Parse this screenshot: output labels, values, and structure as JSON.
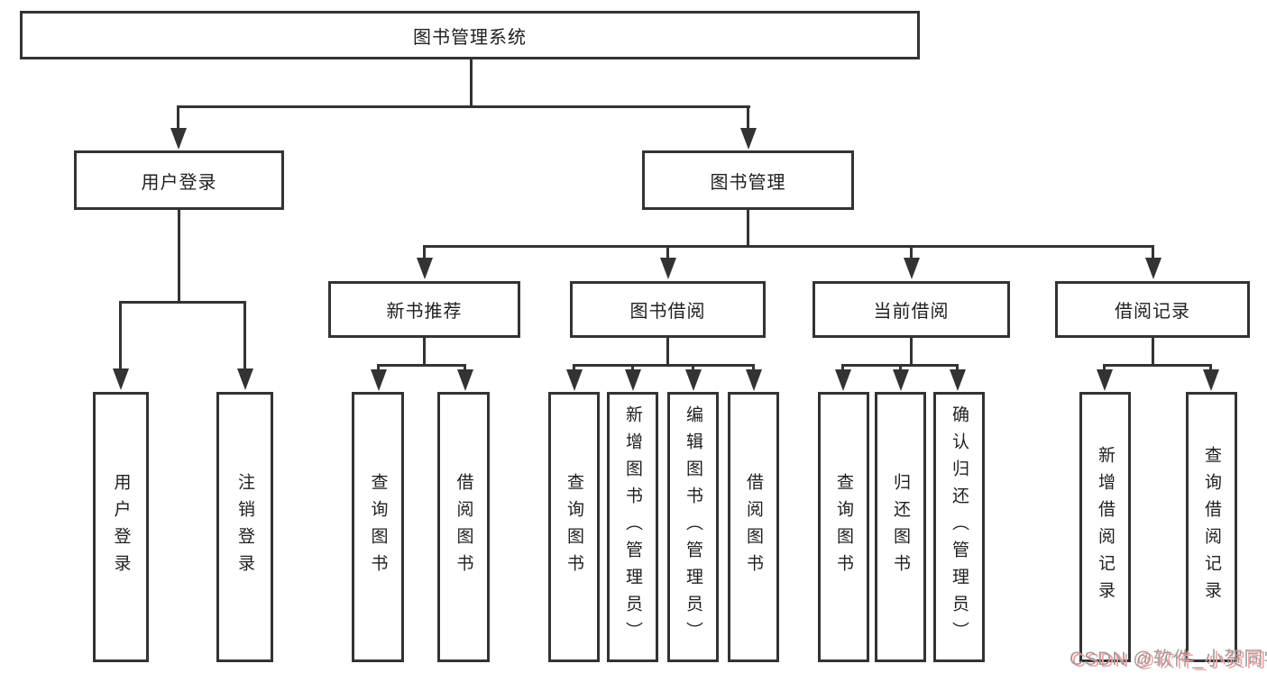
{
  "diagram": {
    "title": "图书管理系统",
    "level2": {
      "user_login": "用户登录",
      "book_management": "图书管理"
    },
    "user_login_children": [
      "用户登录",
      "注销登录"
    ],
    "book_management_children": [
      "新书推荐",
      "图书借阅",
      "当前借阅",
      "借阅记录"
    ],
    "new_book_children": [
      "查询图书",
      "借阅图书"
    ],
    "borrow_children": [
      "查询图书",
      "新增图书（管理员）",
      "编辑图书（管理员）",
      "借阅图书"
    ],
    "current_borrow_children": [
      "查询图书",
      "归还图书",
      "确认归还（管理员）"
    ],
    "record_children": [
      "新增借阅记录",
      "查询借阅记录"
    ],
    "watermark": "CSDN @软件_小贺同学",
    "colors": {
      "line": "#333333",
      "text": "#1f1f1f",
      "background": "#ffffff",
      "watermark_gray": "#9d9d9d",
      "watermark_shadow_pink": "#ff9d9d"
    }
  }
}
